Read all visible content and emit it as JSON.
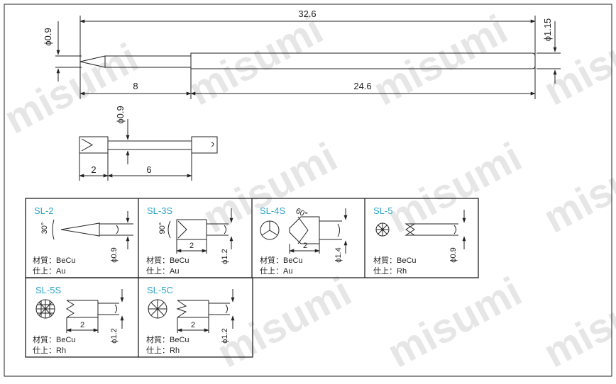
{
  "watermark": "misumi",
  "colors": {
    "line": "#222222",
    "accent": "#2fa3c7",
    "watermark": "#e6e6e6"
  },
  "main_drawing": {
    "total_length": "32.6",
    "tip_diameter": "ϕ0.9",
    "body_diameter": "ϕ1.15",
    "tip_length": "8",
    "body_length": "24.6"
  },
  "detail_drawing": {
    "diameter": "ϕ0.9",
    "len_a": "2",
    "len_b": "6"
  },
  "tips": [
    {
      "name": "SL-2",
      "material": "材質：BeCu",
      "finish": "仕上：Au",
      "angle": "30°",
      "length": "",
      "diameter": "ϕ0.9"
    },
    {
      "name": "SL-3S",
      "material": "材質：BeCu",
      "finish": "仕上：Au",
      "angle": "90°",
      "length": "2",
      "diameter": "ϕ1.2"
    },
    {
      "name": "SL-4S",
      "material": "材質：BeCu",
      "finish": "仕上：Au",
      "angle": "60°",
      "length": "2",
      "diameter": "ϕ1.4"
    },
    {
      "name": "SL-5",
      "material": "材質：BeCu",
      "finish": "仕上：Rh",
      "angle": "",
      "length": "",
      "diameter": "ϕ0.9"
    },
    {
      "name": "SL-5S",
      "material": "材質：BeCu",
      "finish": "仕上：Rh",
      "angle": "",
      "length": "2",
      "diameter": "ϕ1.2"
    },
    {
      "name": "SL-5C",
      "material": "材質：BeCu",
      "finish": "仕上：Rh",
      "angle": "",
      "length": "2",
      "diameter": "ϕ1.2"
    }
  ]
}
